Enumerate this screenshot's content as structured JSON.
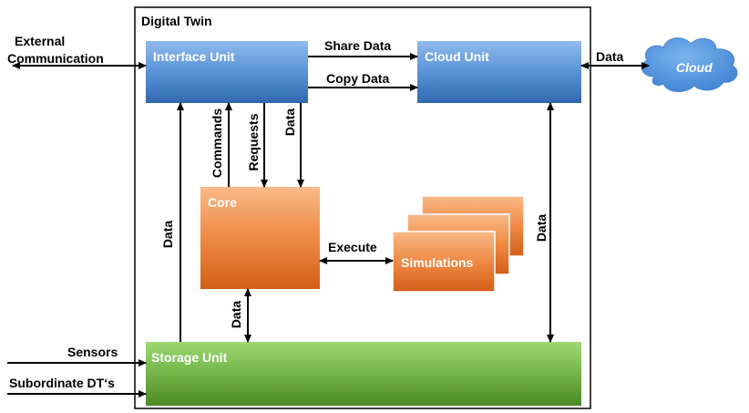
{
  "container": {
    "title": "Digital Twin"
  },
  "units": {
    "interface": "Interface Unit",
    "cloud": "Cloud Unit",
    "core": "Core",
    "simulations": "Simulations",
    "storage": "Storage Unit"
  },
  "external": {
    "communication_line1": "External",
    "communication_line2": "Communication",
    "sensors": "Sensors",
    "subordinates": "Subordinate DT‘s",
    "cloud": "Cloud"
  },
  "connections": {
    "share_data": "Share Data",
    "copy_data": "Copy Data",
    "cloud_data": "Data",
    "commands": "Commands",
    "requests": "Requests",
    "core_data": "Data",
    "execute": "Execute",
    "storage_to_interface": "Data",
    "storage_to_cloud": "Data",
    "core_storage": "Data"
  },
  "colors": {
    "blue_top": "#7fb0e6",
    "blue_bottom": "#2f6db4",
    "orange_top": "#f7b07a",
    "orange_bottom": "#d8631d",
    "green_top": "#8fd160",
    "green_bottom": "#4f8f2a",
    "cloud": "#5b9be0"
  }
}
